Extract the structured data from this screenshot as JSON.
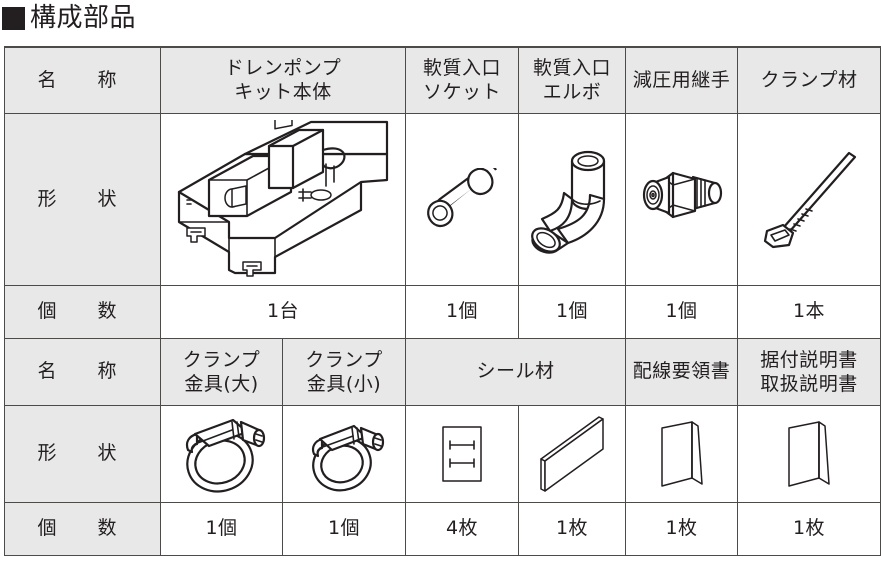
{
  "title": {
    "bullet": "black-square",
    "text": "構成部品"
  },
  "row_labels": {
    "name": "名　称",
    "shape": "形　状",
    "quantity": "個　数"
  },
  "table_top": {
    "columns": [
      {
        "name_line1": "ドレンポンプ",
        "name_line2": "キット本体",
        "shape_icon": "drain-pump-kit-illustration",
        "quantity": "1台"
      },
      {
        "name_line1": "軟質入口",
        "name_line2": "ソケット",
        "shape_icon": "pipe-socket-illustration",
        "quantity": "1個"
      },
      {
        "name_line1": "軟質入口",
        "name_line2": "エルボ",
        "shape_icon": "pipe-elbow-illustration",
        "quantity": "1個"
      },
      {
        "name_line1": "減圧用継手",
        "name_line2": "",
        "shape_icon": "pressure-reducing-joint-illustration",
        "quantity": "1個"
      },
      {
        "name_line1": "クランプ材",
        "name_line2": "",
        "shape_icon": "cable-tie-illustration",
        "quantity": "1本"
      }
    ]
  },
  "table_bottom": {
    "headers": [
      {
        "line1": "クランプ",
        "line2": "金具(大)"
      },
      {
        "line1": "クランプ",
        "line2": "金具(小)"
      },
      {
        "line1": "シール材",
        "line2": ""
      },
      {
        "line1": "配線要領書",
        "line2": ""
      },
      {
        "line1": "据付説明書",
        "line2": "取扱説明書"
      }
    ],
    "shapes": [
      "hose-clamp-large-illustration",
      "hose-clamp-small-illustration",
      "seal-sheet-small-illustration",
      "seal-sheet-large-illustration",
      "booklet-illustration",
      "booklet-illustration"
    ],
    "quantities": [
      "1個",
      "1個",
      "4枚",
      "1枚",
      "1枚",
      "1枚"
    ]
  },
  "colors": {
    "header_fill": "#e8e8e8",
    "border": "#4d4a4a",
    "ink": "#231f20"
  }
}
